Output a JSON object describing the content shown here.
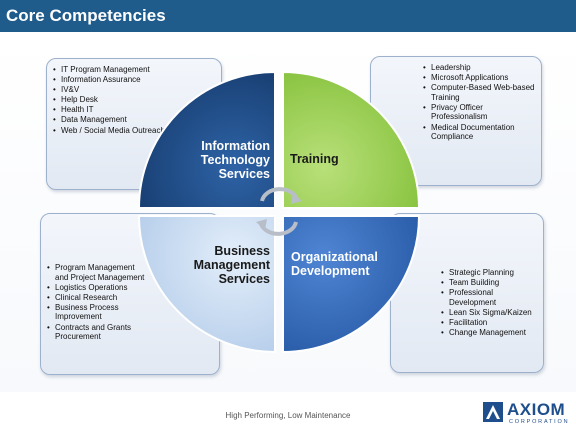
{
  "header": {
    "title": "Core Competencies"
  },
  "quadrants": {
    "top_left": {
      "label_lines": [
        "Information",
        "Technology",
        "Services"
      ],
      "color": "#1f4e8c"
    },
    "top_right": {
      "label_lines": [
        "Training"
      ],
      "color": "#9ed05a"
    },
    "bottom_left": {
      "label_lines": [
        "Business",
        "Management",
        "Services"
      ],
      "color": "#cfe0f3"
    },
    "bottom_right": {
      "label_lines": [
        "Organizational",
        "Development"
      ],
      "color": "#3b6fc0"
    }
  },
  "boxes": {
    "top_left": [
      "IT Program Management",
      "Information Assurance",
      "IV&V",
      "Help Desk",
      "Health IT",
      "Data Management",
      "Web / Social Media Outreach"
    ],
    "top_right": [
      "Leadership",
      "Microsoft Applications",
      "Computer-Based Web-based Training",
      "Privacy Officer Professionalism",
      "Medical Documentation Compliance"
    ],
    "bottom_left": [
      "Program Management and Project Management",
      "Logistics Operations",
      "Clinical Research",
      "Business Process Improvement",
      "Contracts and Grants Procurement"
    ],
    "bottom_right": [
      "Strategic Planning",
      "Team Building",
      "Professional Development",
      "Lean Six Sigma/Kaizen",
      "Facilitation",
      "Change Management"
    ]
  },
  "footer": {
    "tagline": "High Performing, Low Maintenance"
  },
  "logo": {
    "name": "AXIOM",
    "subtitle": "CORPORATION"
  },
  "colors": {
    "header_bg": "#1f5c8c",
    "logo": "#1f4e8c"
  }
}
